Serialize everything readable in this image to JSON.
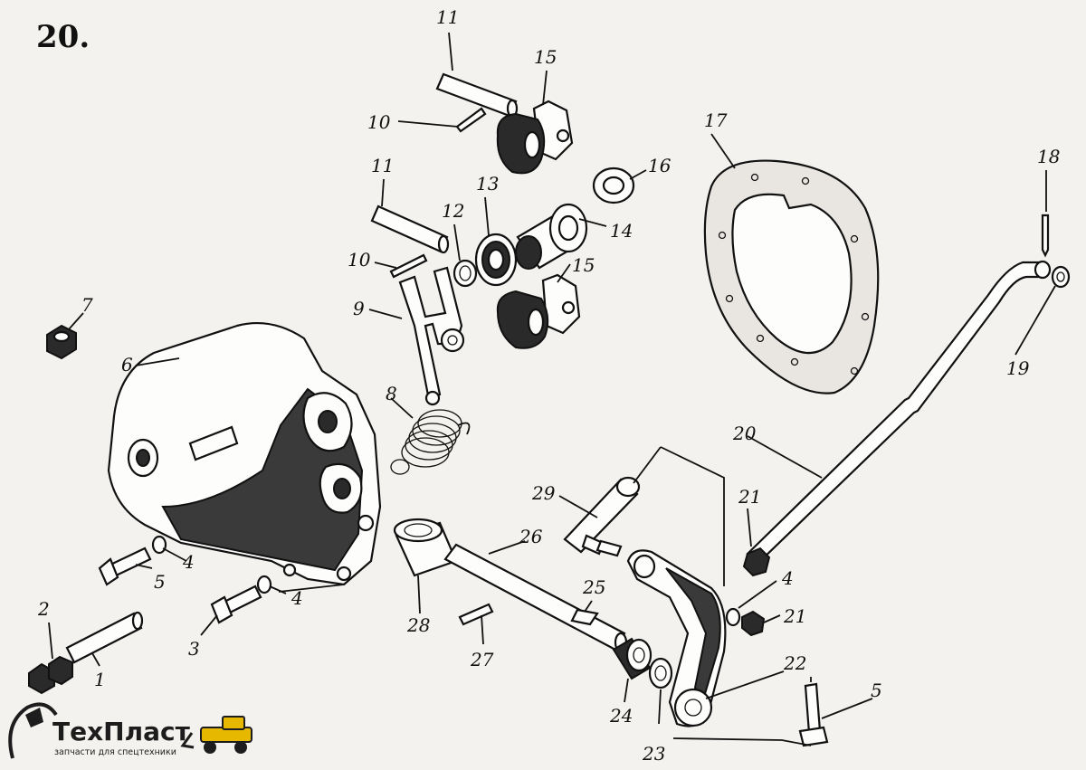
{
  "title": "20.",
  "labels": {
    "l11a": "11",
    "l15a": "15",
    "l10a": "10",
    "l17": "17",
    "l16": "16",
    "l18": "18",
    "l11b": "11",
    "l13": "13",
    "l12": "12",
    "l14": "14",
    "l10b": "10",
    "l15b": "15",
    "l7": "7",
    "l9": "9",
    "l19": "19",
    "l6": "6",
    "l8": "8",
    "l20": "20",
    "l29": "29",
    "l21a": "21",
    "l26": "26",
    "l4a": "4",
    "l5a": "5",
    "l4b": "4",
    "l4c": "4",
    "l25": "25",
    "l21b": "21",
    "l2": "2",
    "l28": "28",
    "l3": "3",
    "l27": "27",
    "l22": "22",
    "l5b": "5",
    "l1": "1",
    "l24": "24",
    "l23": "23"
  },
  "logo": {
    "name": "ТехПласт",
    "tagline": "запчасти для спецтехники"
  }
}
